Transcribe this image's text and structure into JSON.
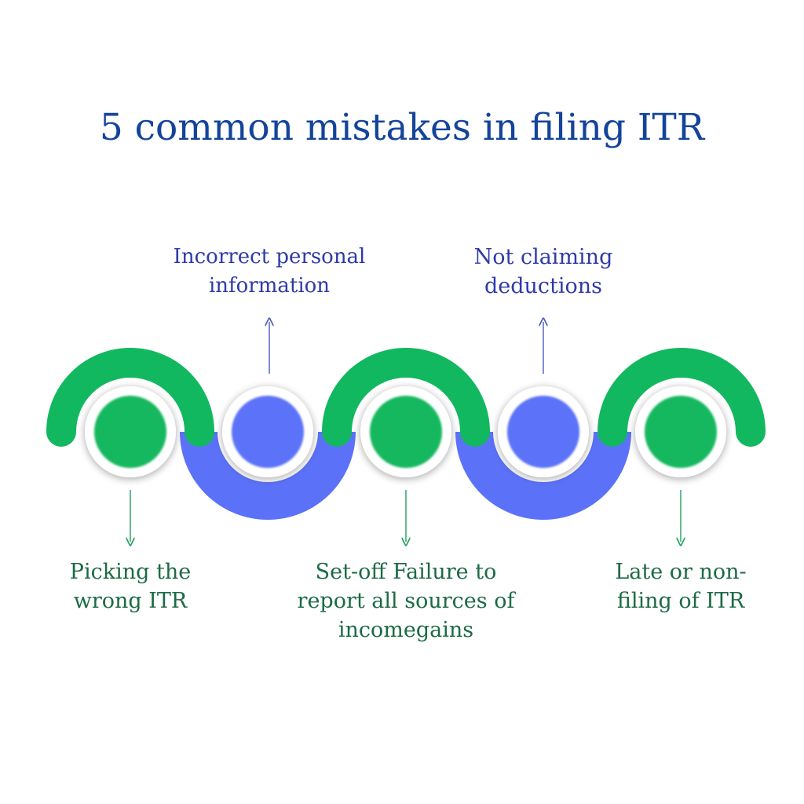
{
  "title": "5 common mistakes in filing ITR",
  "colors": {
    "title": "#14449a",
    "green": "#12b85f",
    "blue": "#5b72f8",
    "top_label": "#2f3aa8",
    "bottom_label": "#1c6a45",
    "top_arrow": "#4b5bc0",
    "bottom_arrow": "#23a05e"
  },
  "steps": [
    {
      "label": "Picking the\nwrong ITR",
      "position": "bottom",
      "color": "green"
    },
    {
      "label": "Incorrect personal\ninformation",
      "position": "top",
      "color": "blue"
    },
    {
      "label": "Set-off Failure to\nreport all sources of\nincomegains",
      "position": "bottom",
      "color": "green"
    },
    {
      "label": "Not claiming\ndeductions",
      "position": "top",
      "color": "blue"
    },
    {
      "label": "Late or non-\nfiling of ITR",
      "position": "bottom",
      "color": "green"
    }
  ]
}
